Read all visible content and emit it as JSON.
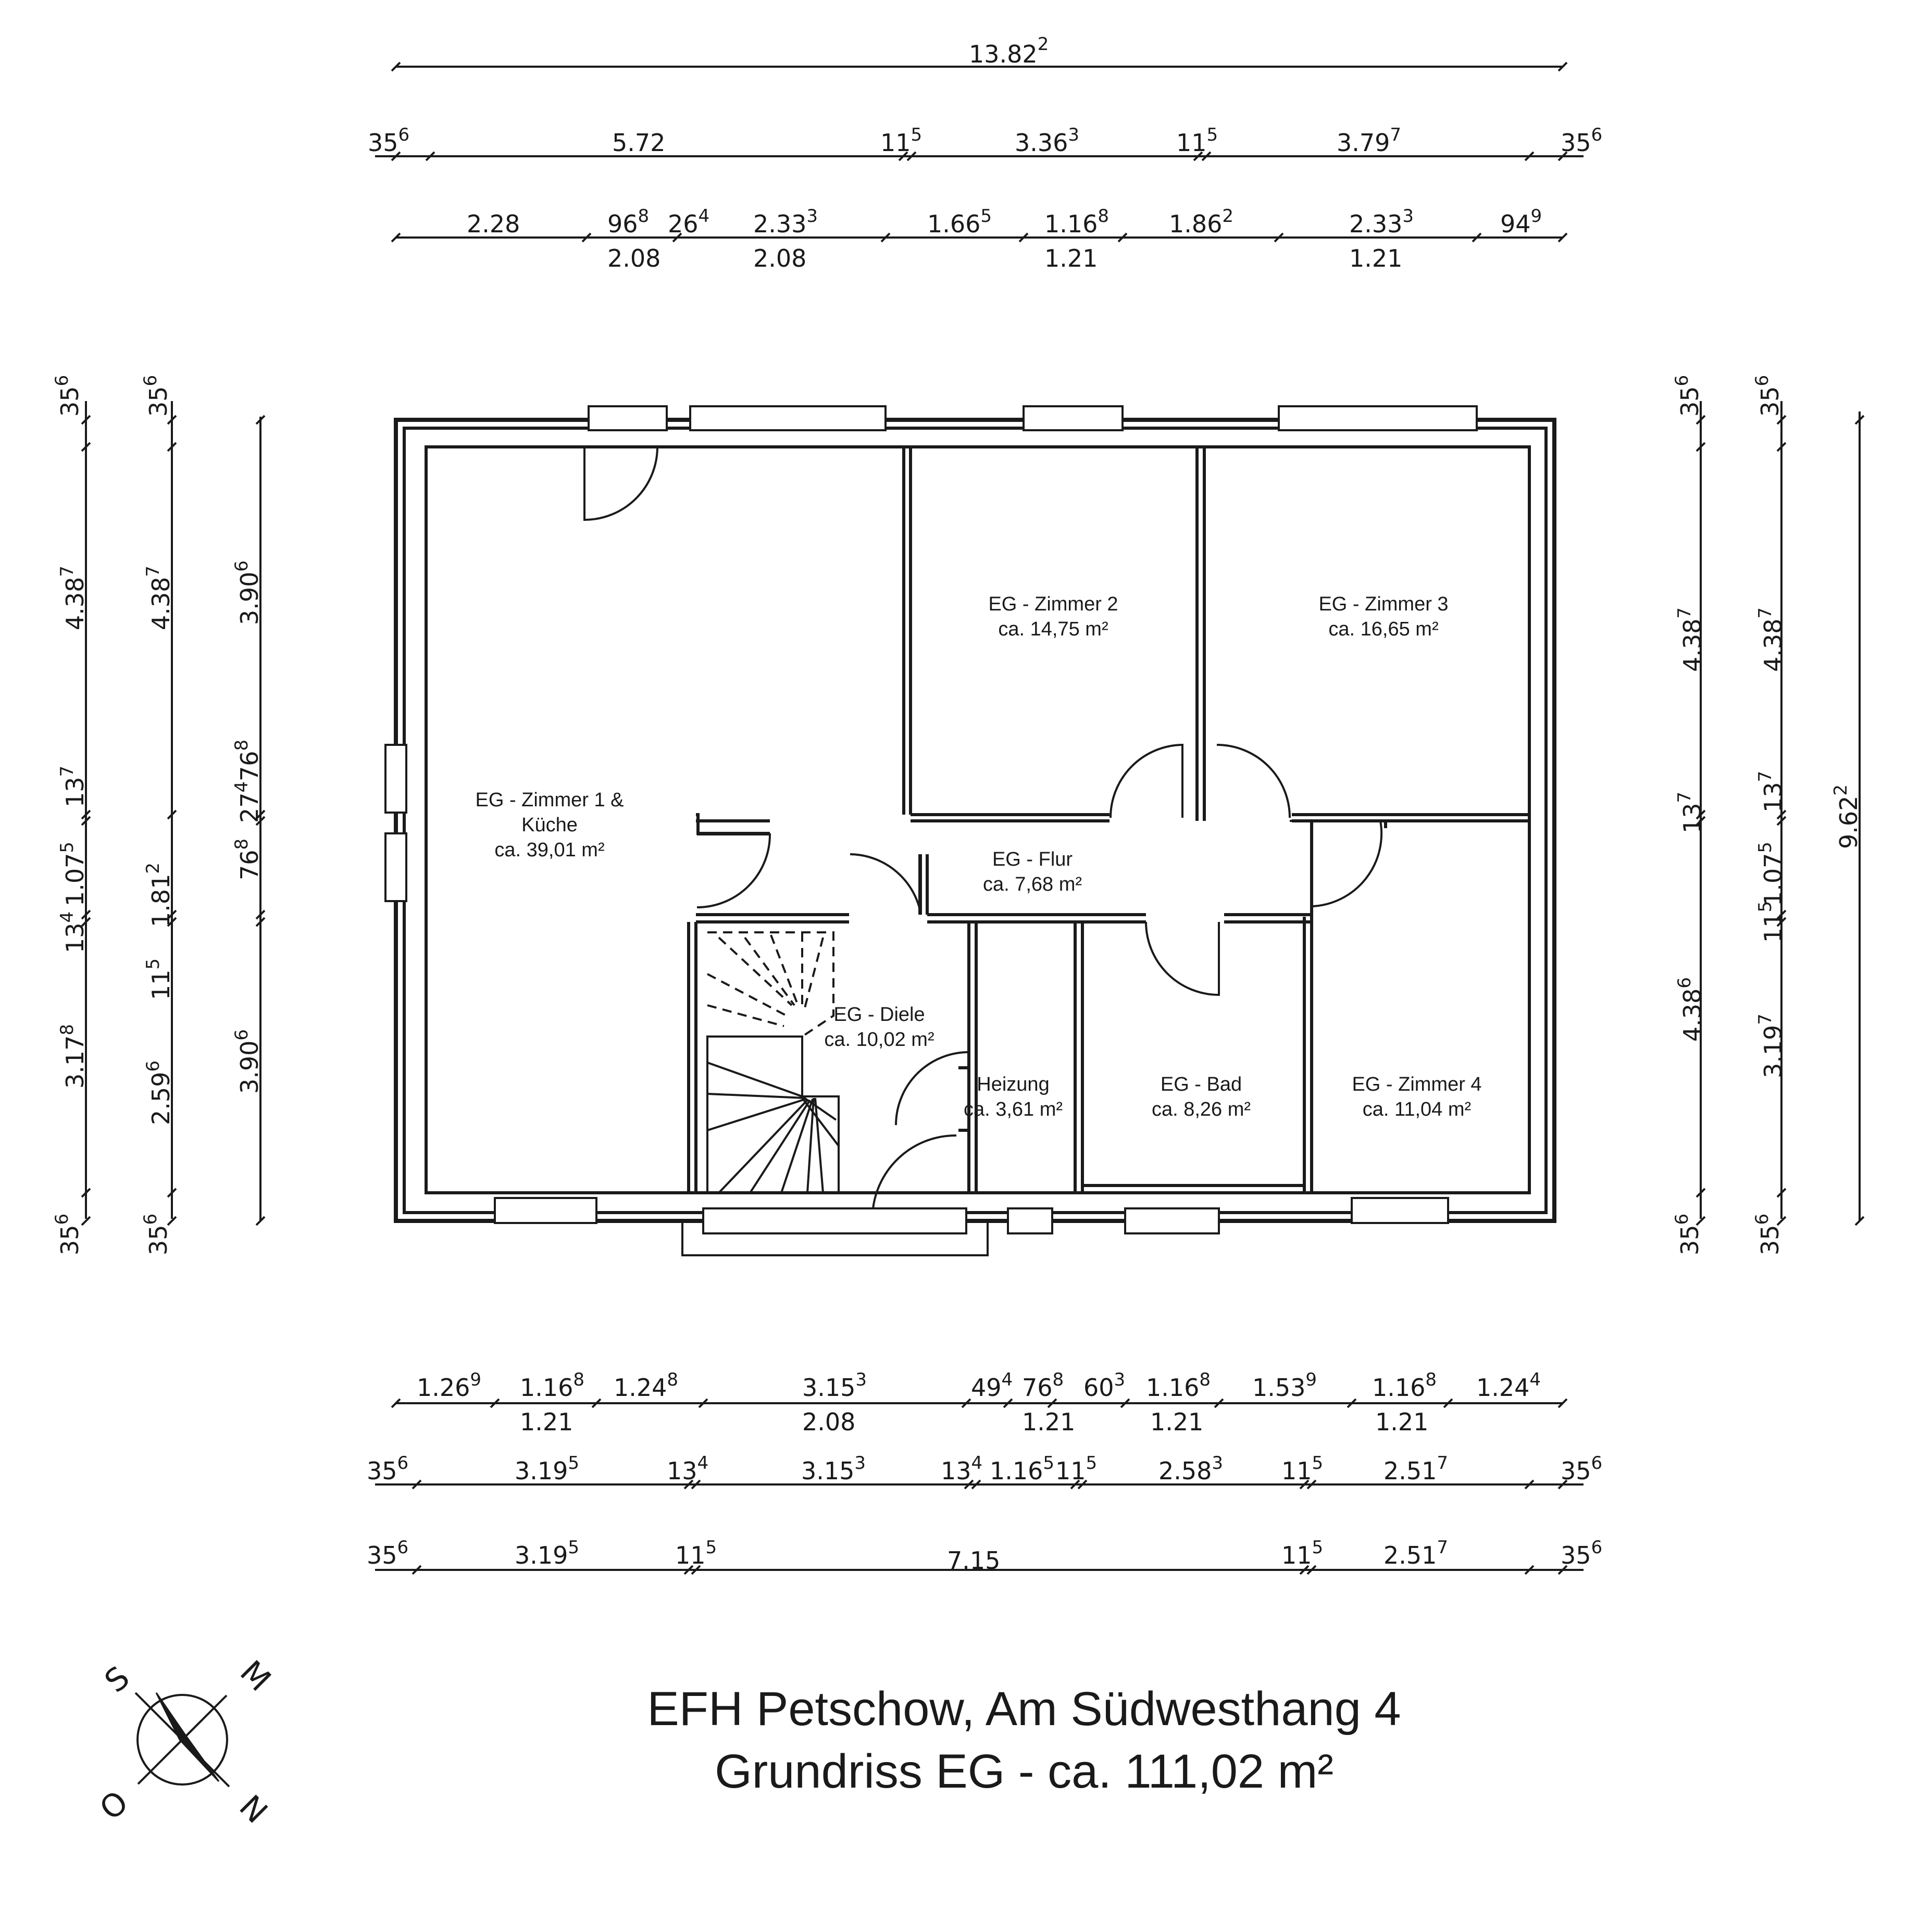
{
  "title": {
    "line1": "EFH Petschow, Am Südwesthang 4",
    "line2": "Grundriss EG - ca. 111,02 m²"
  },
  "rooms": [
    {
      "name": "EG - Zimmer 1 &",
      "name2": "Küche",
      "area": "ca. 39,01 m²"
    },
    {
      "name": "EG - Zimmer 2",
      "area": "ca. 14,75 m²"
    },
    {
      "name": "EG - Zimmer 3",
      "area": "ca. 16,65 m²"
    },
    {
      "name": "EG - Flur",
      "area": "ca. 7,68 m²"
    },
    {
      "name": "EG - Diele",
      "area": "ca. 10,02 m²"
    },
    {
      "name": "Heizung",
      "area": "ca. 3,61 m²"
    },
    {
      "name": "EG - Bad",
      "area": "ca. 8,26 m²"
    },
    {
      "name": "EG - Zimmer 4",
      "area": "ca. 11,04 m²"
    }
  ],
  "compass": {
    "s": "S",
    "m": "M",
    "o": "O",
    "n": "N"
  },
  "dims": {
    "top_total": {
      "v": "13.82",
      "s": "2"
    },
    "top_row1": [
      {
        "v": "35",
        "s": "6"
      },
      {
        "v": "5.72",
        "s": ""
      },
      {
        "v": "11",
        "s": "5"
      },
      {
        "v": "3.36",
        "s": "3"
      },
      {
        "v": "11",
        "s": "5"
      },
      {
        "v": "3.79",
        "s": "7"
      },
      {
        "v": "35",
        "s": "6"
      }
    ],
    "top_row2": [
      {
        "v": "2.28",
        "s": "",
        "u": ""
      },
      {
        "v": "96",
        "s": "8",
        "u": "2.08"
      },
      {
        "v": "26",
        "s": "4",
        "u": ""
      },
      {
        "v": "2.33",
        "s": "3",
        "u": "2.08"
      },
      {
        "v": "1.66",
        "s": "5",
        "u": ""
      },
      {
        "v": "1.16",
        "s": "8",
        "u": "1.21"
      },
      {
        "v": "1.86",
        "s": "2",
        "u": ""
      },
      {
        "v": "2.33",
        "s": "3",
        "u": "1.21"
      },
      {
        "v": "94",
        "s": "9",
        "u": ""
      }
    ],
    "bottom_row1": [
      {
        "v": "1.26",
        "s": "9",
        "u": ""
      },
      {
        "v": "1.16",
        "s": "8",
        "u": "1.21"
      },
      {
        "v": "1.24",
        "s": "8",
        "u": ""
      },
      {
        "v": "3.15",
        "s": "3",
        "u": "2.08"
      },
      {
        "v": "49",
        "s": "4",
        "u": ""
      },
      {
        "v": "76",
        "s": "8",
        "u": "1.21"
      },
      {
        "v": "60",
        "s": "3",
        "u": ""
      },
      {
        "v": "1.16",
        "s": "8",
        "u": "1.21"
      },
      {
        "v": "1.53",
        "s": "9",
        "u": ""
      },
      {
        "v": "1.16",
        "s": "8",
        "u": "1.21"
      },
      {
        "v": "1.24",
        "s": "4",
        "u": ""
      }
    ],
    "bottom_row2": [
      {
        "v": "35",
        "s": "6"
      },
      {
        "v": "3.19",
        "s": "5"
      },
      {
        "v": "13",
        "s": "4"
      },
      {
        "v": "3.15",
        "s": "3"
      },
      {
        "v": "13",
        "s": "4"
      },
      {
        "v": "1.16",
        "s": "5"
      },
      {
        "v": "11",
        "s": "5"
      },
      {
        "v": "2.58",
        "s": "3"
      },
      {
        "v": "11",
        "s": "5"
      },
      {
        "v": "2.51",
        "s": "7"
      },
      {
        "v": "35",
        "s": "6"
      }
    ],
    "bottom_row3": [
      {
        "v": "35",
        "s": "6"
      },
      {
        "v": "3.19",
        "s": "5"
      },
      {
        "v": "11",
        "s": "5"
      },
      {
        "v": "7.15",
        "s": ""
      },
      {
        "v": "11",
        "s": "5"
      },
      {
        "v": "2.51",
        "s": "7"
      },
      {
        "v": "35",
        "s": "6"
      }
    ],
    "left_col1": [
      {
        "v": "35",
        "s": "6"
      },
      {
        "v": "4.38",
        "s": "7"
      },
      {
        "v": "13",
        "s": "7"
      },
      {
        "v": "1.07",
        "s": "5"
      },
      {
        "v": "13",
        "s": "4"
      },
      {
        "v": "3.17",
        "s": "8"
      },
      {
        "v": "35",
        "s": "6"
      }
    ],
    "left_col2": [
      {
        "v": "35",
        "s": "6"
      },
      {
        "v": "4.38",
        "s": "7"
      },
      {
        "v": "1.81",
        "s": "2"
      },
      {
        "v": "11",
        "s": "5"
      },
      {
        "v": "2.59",
        "s": "6"
      },
      {
        "v": "35",
        "s": "6"
      }
    ],
    "left_col3": [
      {
        "v": "3.90",
        "s": "6"
      },
      {
        "v": "27",
        "s": "4"
      },
      {
        "v": "76",
        "s": "8"
      },
      {
        "v": "76",
        "s": "8"
      },
      {
        "v": "3.90",
        "s": "6"
      }
    ],
    "right_col1": [
      {
        "v": "35",
        "s": "6"
      },
      {
        "v": "4.38",
        "s": "7"
      },
      {
        "v": "13",
        "s": "7"
      },
      {
        "v": "4.38",
        "s": "6"
      },
      {
        "v": "35",
        "s": "6"
      }
    ],
    "right_col2": [
      {
        "v": "35",
        "s": "6"
      },
      {
        "v": "4.38",
        "s": "7"
      },
      {
        "v": "13",
        "s": "7"
      },
      {
        "v": "1.07",
        "s": "5"
      },
      {
        "v": "11",
        "s": "5"
      },
      {
        "v": "3.19",
        "s": "7"
      },
      {
        "v": "35",
        "s": "6"
      }
    ],
    "right_total": {
      "v": "9.62",
      "s": "2"
    }
  }
}
